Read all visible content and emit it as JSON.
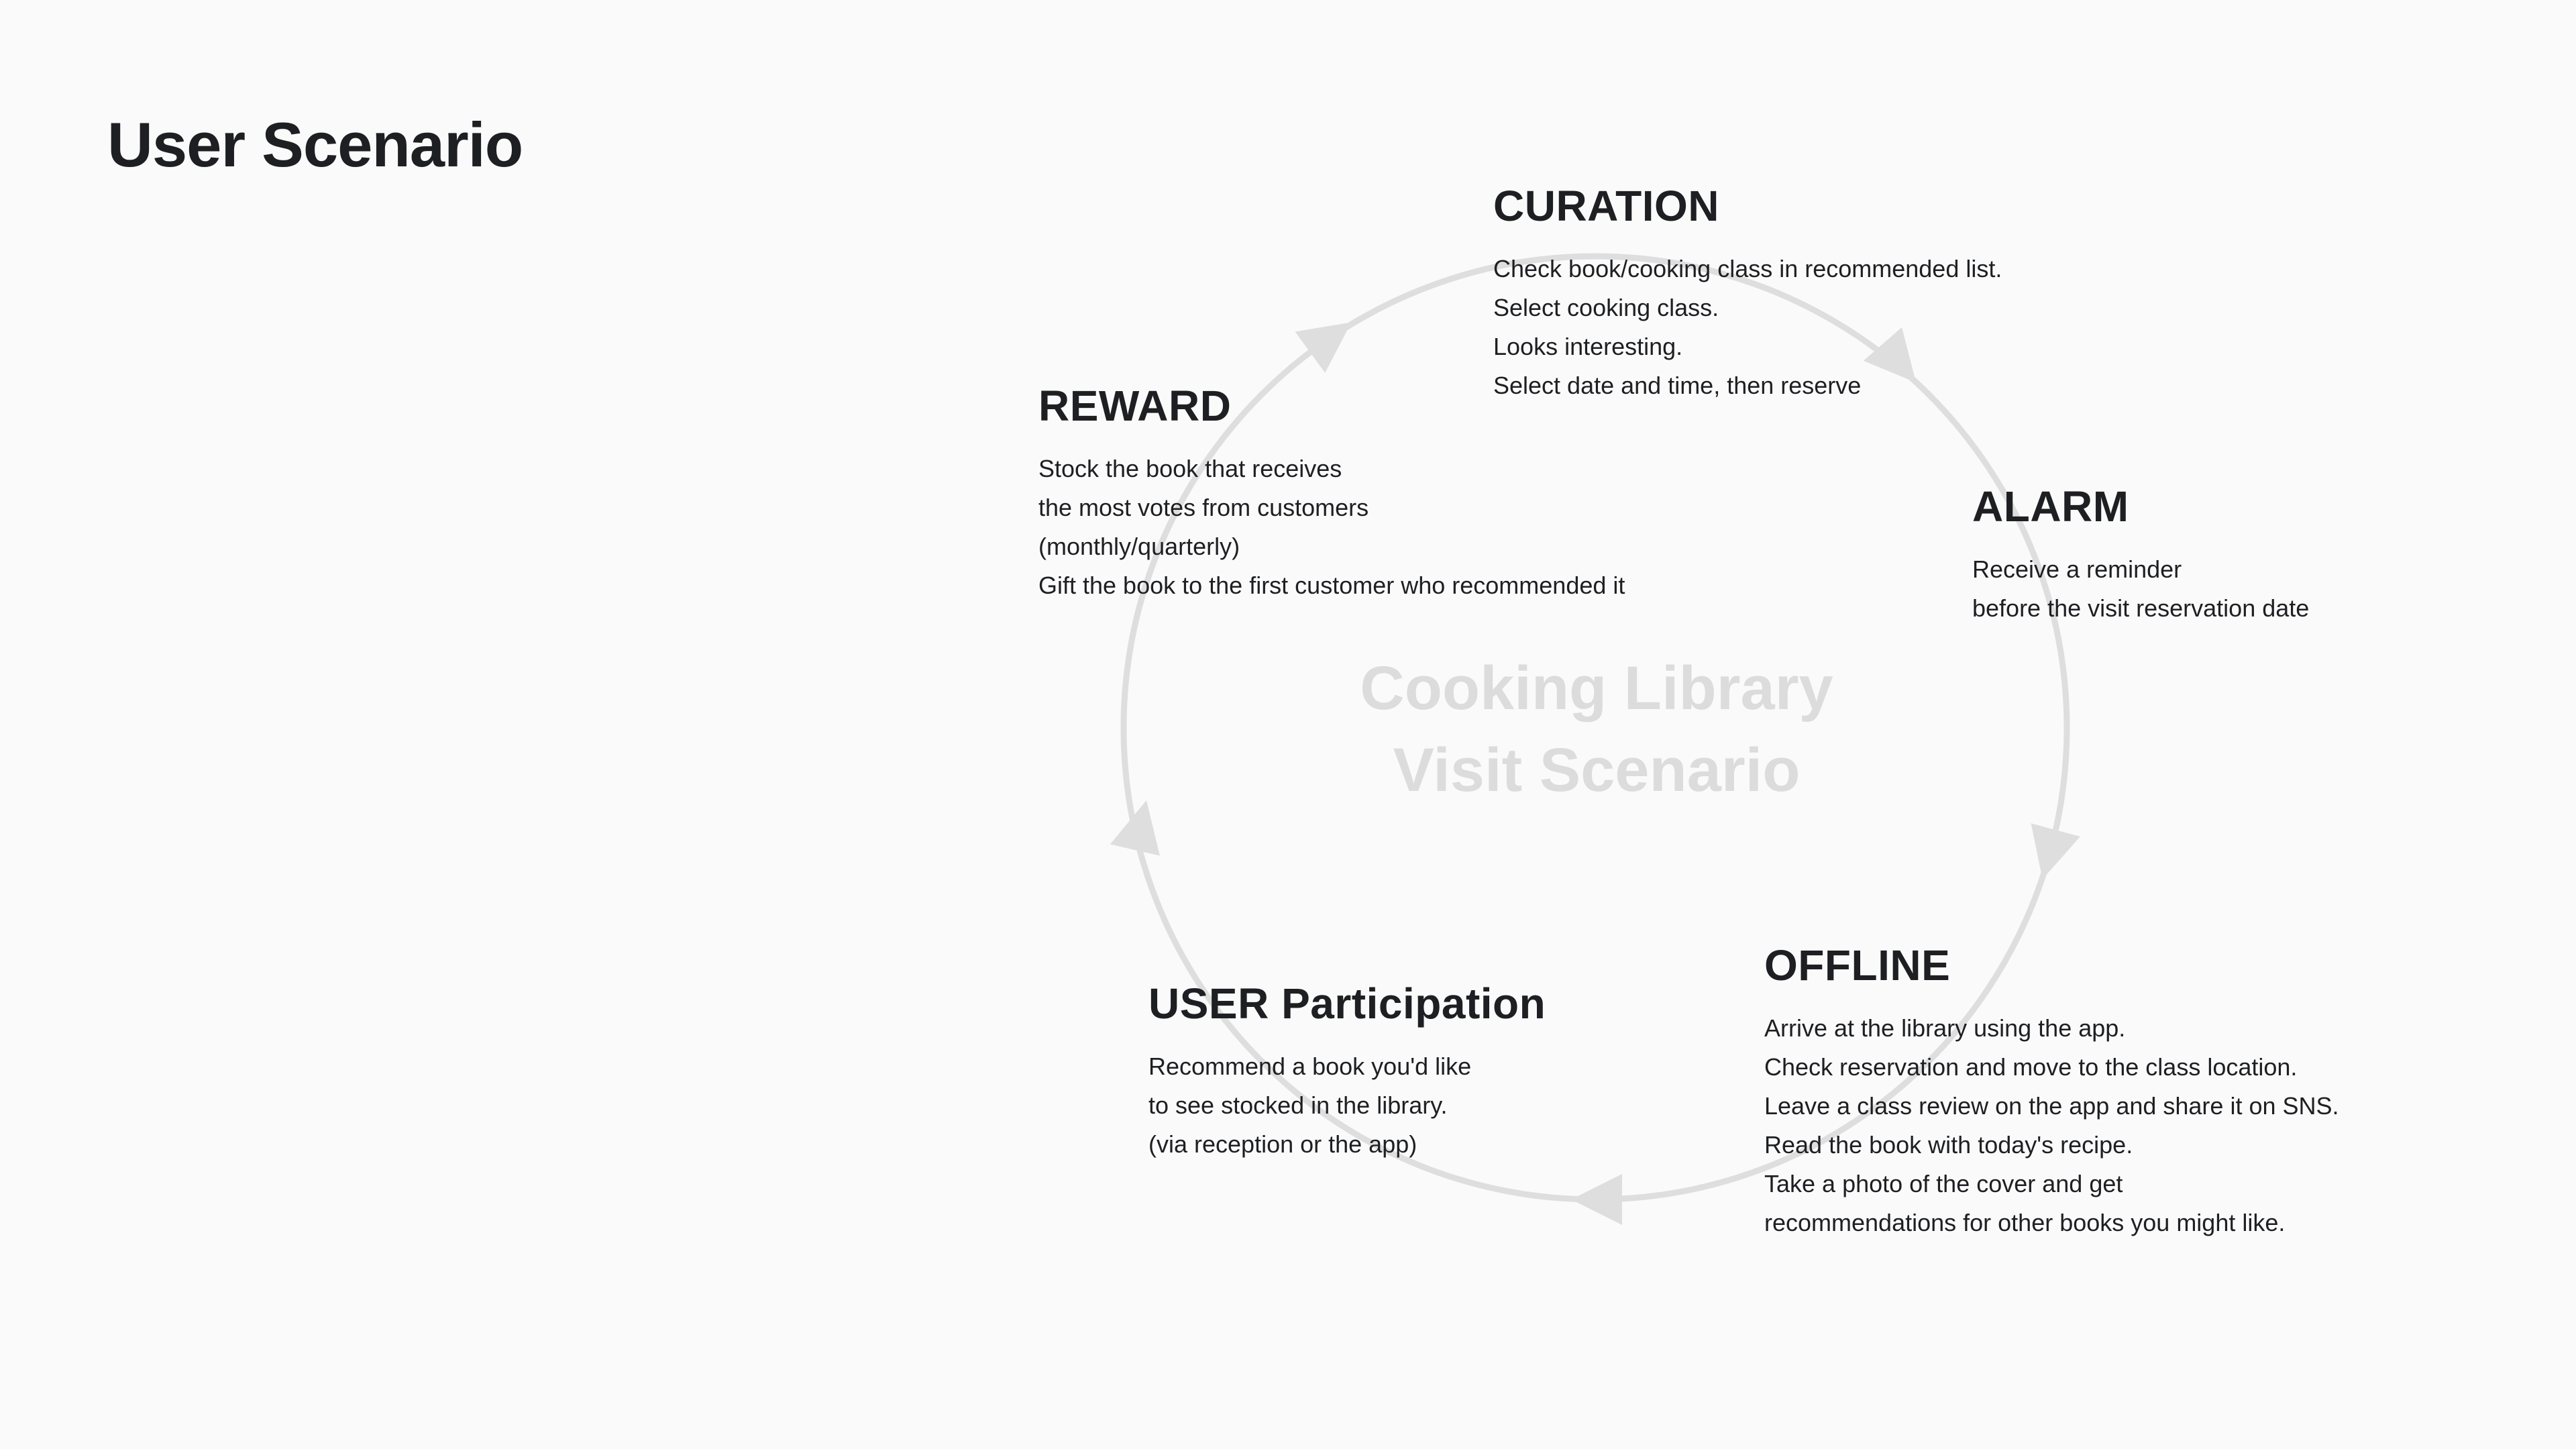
{
  "page": {
    "title": "User Scenario"
  },
  "diagram": {
    "center_title_lines": [
      "Cooking Library",
      "Visit Scenario"
    ],
    "line_color": "#dedede",
    "stages": {
      "curation": {
        "title": "CURATION",
        "lines": [
          "Check book/cooking class in recommended list.",
          "Select cooking class.",
          "Looks interesting.",
          "Select date and time, then reserve"
        ]
      },
      "alarm": {
        "title": "ALARM",
        "lines": [
          "Receive a reminder",
          "before the visit reservation date"
        ]
      },
      "offline": {
        "title": "OFFLINE",
        "lines": [
          "Arrive at the library using the app.",
          "Check reservation and move to the class location.",
          "Leave a class review on the app and share it on SNS.",
          "Read the book with today's recipe.",
          "Take a photo of the cover and get",
          "recommendations for other books you might like."
        ]
      },
      "user": {
        "title": "USER Participation",
        "lines": [
          "Recommend a book you'd like",
          "to see stocked in the library.",
          "(via reception or the app)"
        ]
      },
      "reward": {
        "title": "REWARD",
        "lines": [
          "Stock the book that receives",
          "the most votes from customers",
          "(monthly/quarterly)",
          "Gift the book to the first customer who recommended it"
        ]
      }
    }
  }
}
